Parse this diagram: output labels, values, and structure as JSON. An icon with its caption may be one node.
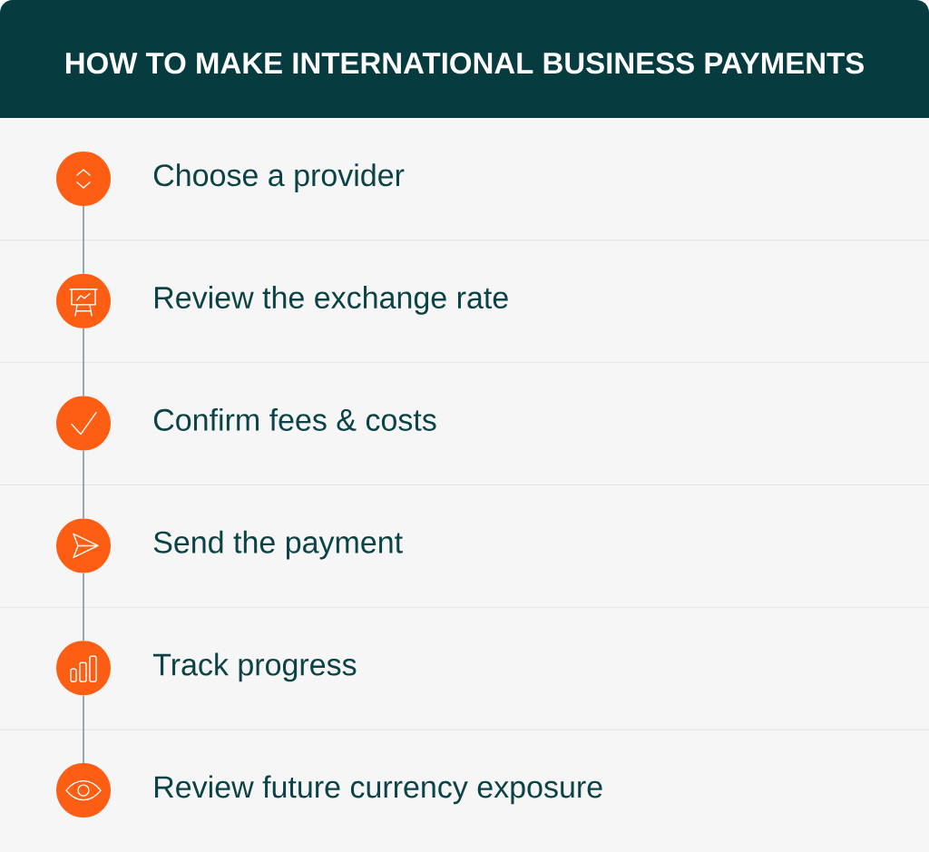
{
  "diagram": {
    "title": "HOW TO MAKE INTERNATIONAL BUSINESS PAYMENTS",
    "nodes": [
      {
        "text": [
          "Choose a provider"
        ]
      },
      {
        "text": [],
        "shape": "circle",
        "in": 0
      },
      {
        "text": [
          "Review the exchange rate"
        ]
      },
      {
        "text": [],
        "shape": "circle",
        "in": 2
      },
      {
        "text": [
          "Confirm fees & costs"
        ]
      },
      {
        "text": [],
        "shape": "circle",
        "in": 4
      },
      {
        "text": [
          "Send the payment"
        ]
      },
      {
        "text": [],
        "shape": "circle",
        "in": 6
      },
      {
        "text": [
          "Track progress"
        ]
      },
      {
        "text": [],
        "shape": "circle",
        "in": 8
      },
      {
        "text": [
          "Review future currency exposure"
        ]
      },
      {
        "text": [],
        "shape": "circle",
        "in": 10
      }
    ],
    "edges": [
      {
        "from": 1,
        "to": 3,
        "arrow": "none"
      },
      {
        "from": 3,
        "to": 5,
        "arrow": "none"
      },
      {
        "from": 5,
        "to": 7,
        "arrow": "none"
      },
      {
        "from": 7,
        "to": 9,
        "arrow": "none"
      },
      {
        "from": 9,
        "to": 11,
        "arrow": "none"
      }
    ]
  }
}
